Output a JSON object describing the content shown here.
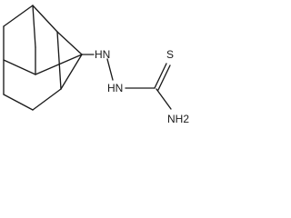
{
  "molecule": {
    "atoms": {
      "nh_upper": "HN",
      "nh_lower": "HN",
      "sulfur": "S",
      "amine": "NH2"
    }
  }
}
